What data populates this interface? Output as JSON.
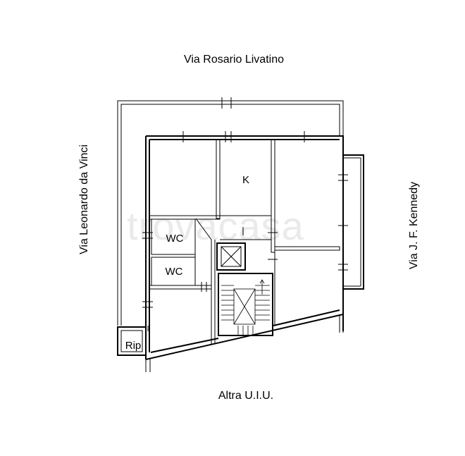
{
  "streets": {
    "top": "Via Rosario Livatino",
    "left": "Via Leonardo da Vinci",
    "right": "Via J. F. Kennedy",
    "bottom": "Altra U.I.U."
  },
  "rooms": {
    "kitchen": "K",
    "wc_upper": "WC",
    "wc_lower": "WC",
    "storage": "Rip"
  },
  "watermark": "trovacasa"
}
